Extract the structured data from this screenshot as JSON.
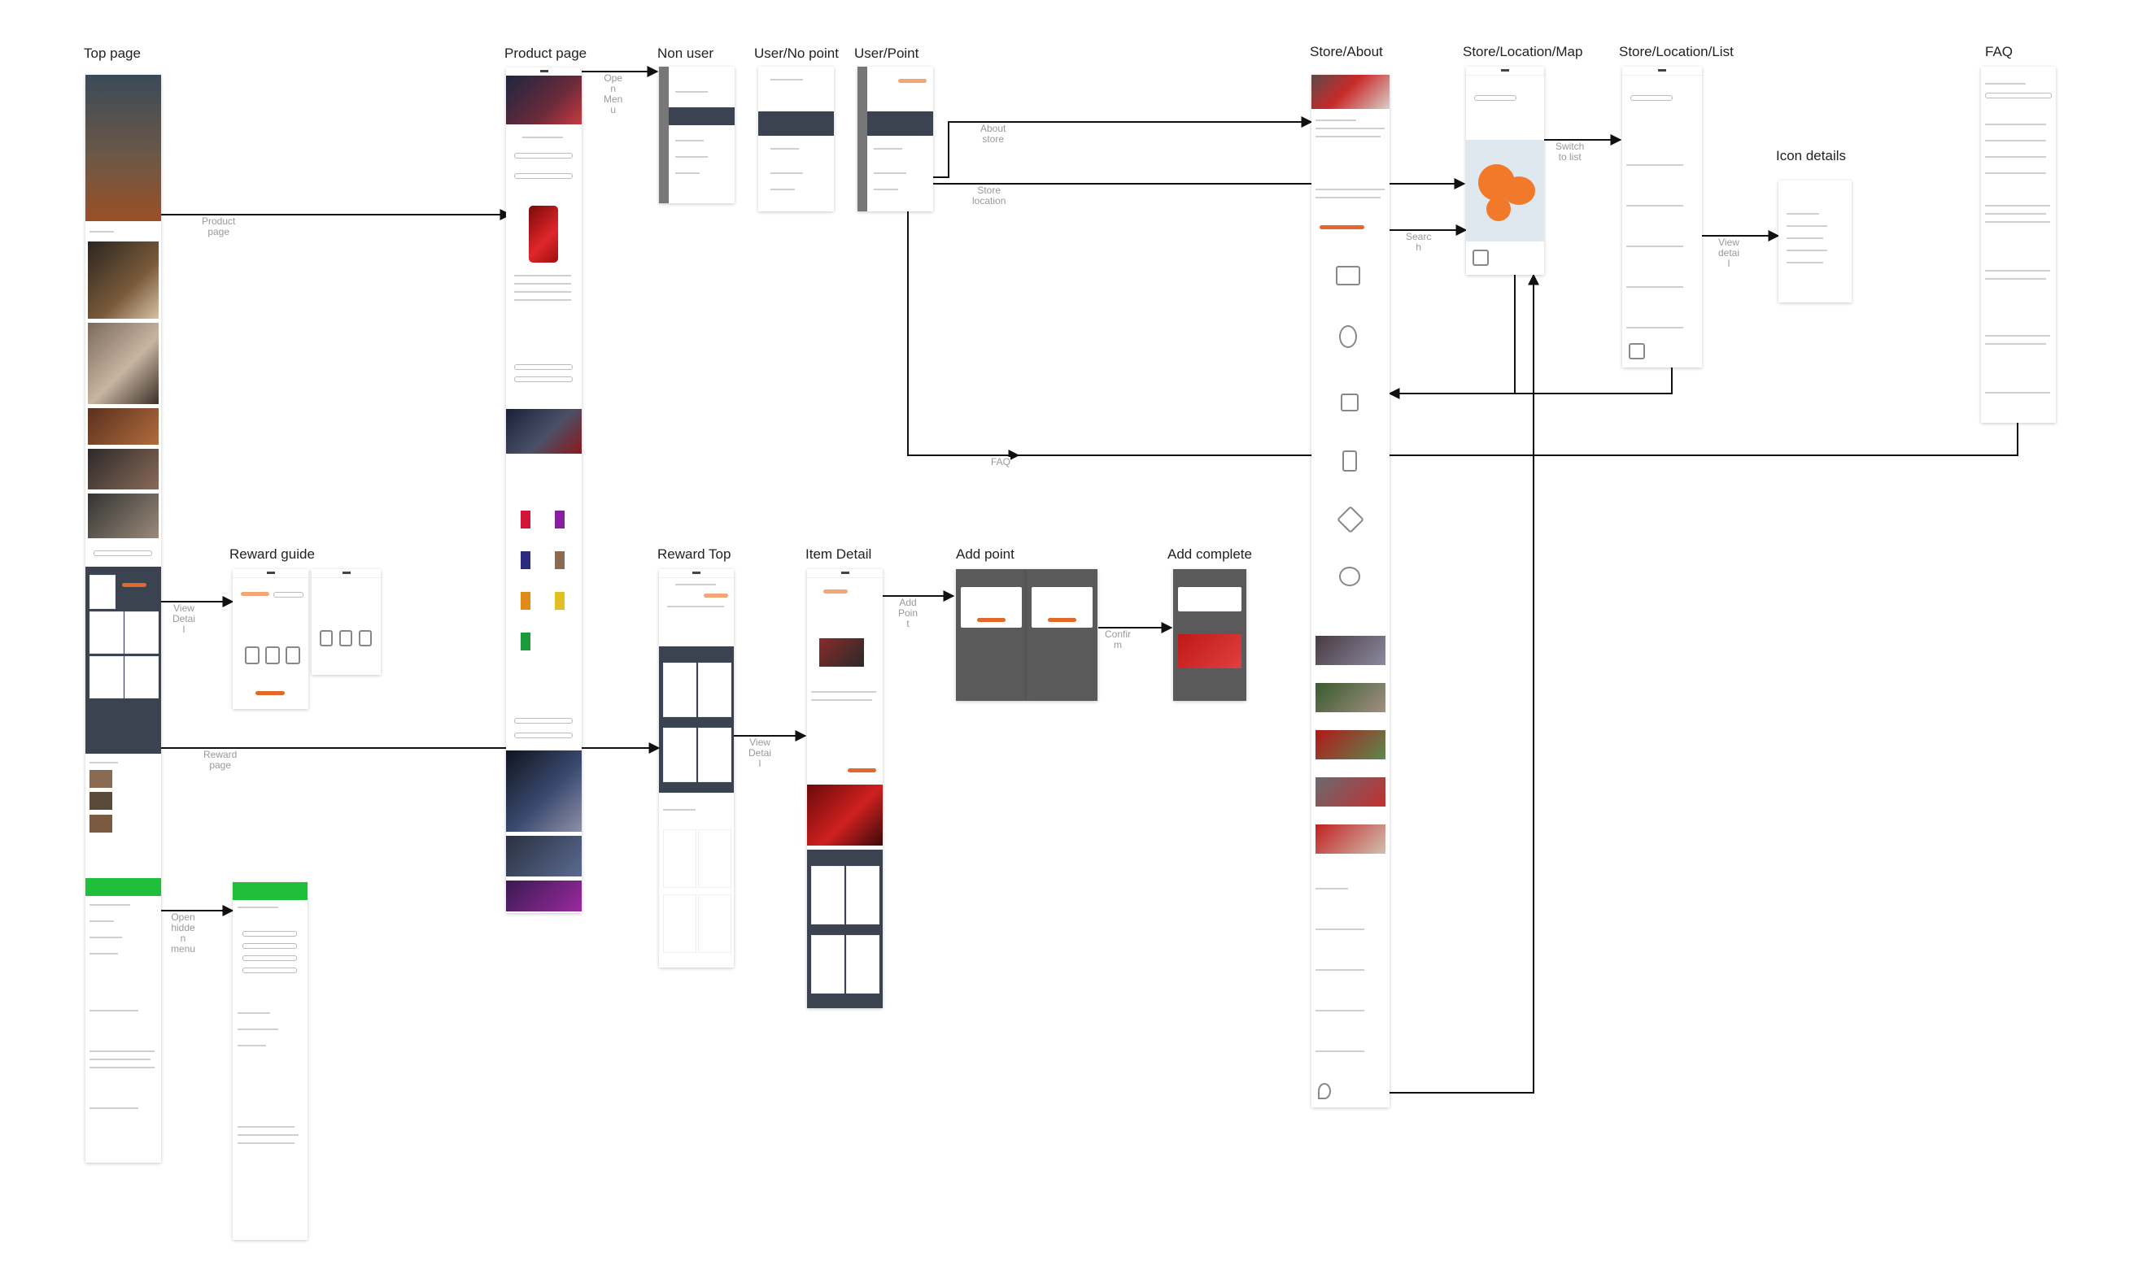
{
  "titles": {
    "top_page": "Top page",
    "product_page": "Product page",
    "non_user": "Non user",
    "user_no_point": "User/No point",
    "user_point": "User/Point",
    "store_about": "Store/About",
    "store_location_map": "Store/Location/Map",
    "store_location_list": "Store/Location/List",
    "faq": "FAQ",
    "icon_details": "Icon details",
    "reward_guide": "Reward guide",
    "reward_top": "Reward Top",
    "item_detail": "Item Detail",
    "add_point": "Add point",
    "add_complete": "Add complete"
  },
  "edge_labels": {
    "product_page": "Product\npage",
    "open_menu": "Ope\nn\nMen\nu",
    "about_store": "About\nstore",
    "store_location": "Store\nlocation",
    "faq": "FAQ",
    "search": "Searc\nh",
    "switch_to_list": "Switch\nto list",
    "view_detail_list": "View\ndetai\nl",
    "view_detail_reward": "View\nDetai\nl",
    "reward_page": "Reward\npage",
    "open_hidden_menu": "Open\nhidde\nn\nmenu",
    "view_detail_item": "View\nDetai\nl",
    "add_point": "Add\nPoin\nt",
    "confirm": "Confir\nm"
  },
  "colors": {
    "accent": "#e2682b",
    "menu_dark": "#3c4350",
    "line_green": "#1fbf3b",
    "map_blob": "#f07a2a",
    "connector": "#111111",
    "edge_label": "#999999"
  },
  "icons": {
    "arrow_head": "filled-triangle-arrow",
    "store_service_icons": [
      "charging-stand-icon",
      "person-icon",
      "gift-box-icon",
      "device-icon",
      "tools-icon",
      "people-icon",
      "map-pin-icon"
    ]
  }
}
